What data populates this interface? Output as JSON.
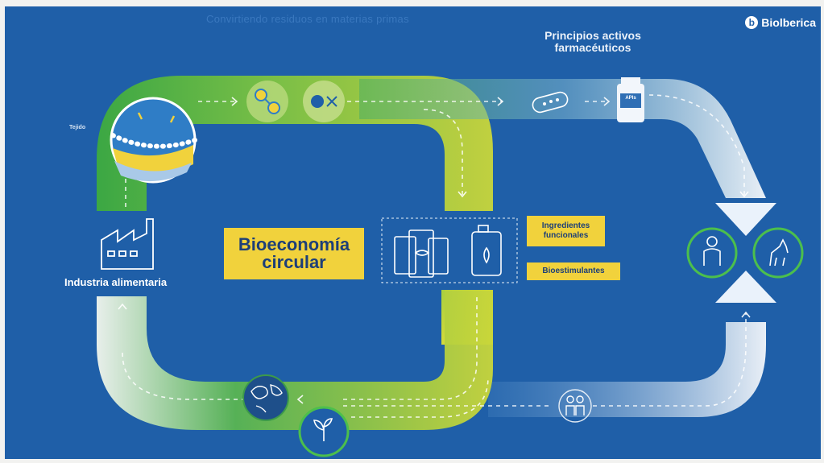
{
  "header": {
    "faint_title": "Convirtiendo residuos en materias primas",
    "brand": "Biolberica",
    "brand_mark": "b"
  },
  "diagram": {
    "apis_label": "Principios activos farmacéuticos",
    "apis_bottle_label": "APIs",
    "tissue_label": "Tejido",
    "industry_label": "Industria alimentaria",
    "center_label_line1": "Bioeconomía",
    "center_label_line2": "circular",
    "ingredients_label": "Ingredientes funcionales",
    "biostimulants_label": "Bioestimulantes"
  },
  "colors": {
    "background": "#1f5fa8",
    "green_start": "#3dab3f",
    "green_end": "#c9d63a",
    "label_yellow": "#f1d23c",
    "label_text": "#1d3f78",
    "icon_dark": "#1e4f8a"
  },
  "icons": [
    "factory-icon",
    "tissue-magnifier-icon",
    "molecule-icon",
    "enzyme-icon",
    "capsule-icon",
    "api-bottle-icon",
    "human-icon",
    "dog-icon",
    "food-packages-icon",
    "fertilizer-bottle-icon",
    "globe-icon",
    "plant-sprout-icon",
    "people-icon"
  ]
}
